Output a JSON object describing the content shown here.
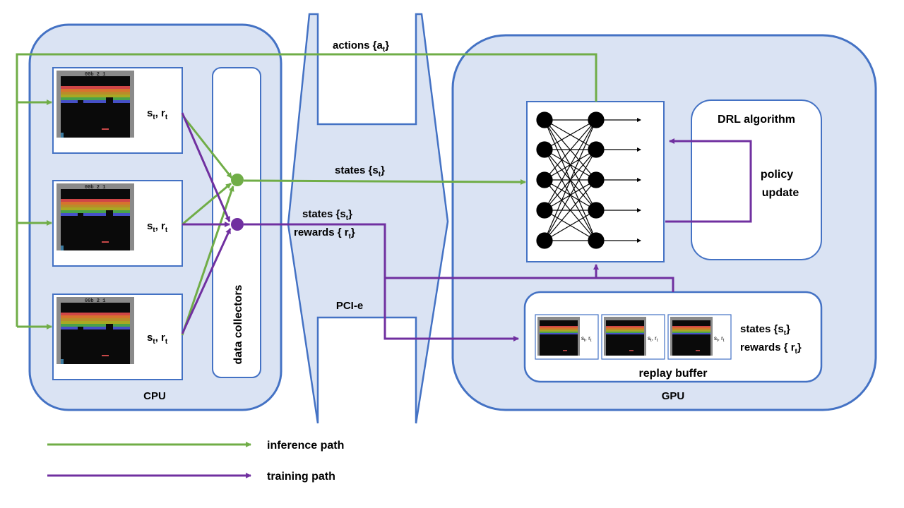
{
  "cpu": {
    "label": "CPU"
  },
  "gpu": {
    "label": "GPU"
  },
  "pcie": {
    "label": "PCI-e"
  },
  "actions": {
    "text": "actions {a",
    "sub": "t",
    "close": "}"
  },
  "collectors": {
    "label": "data collectors"
  },
  "envs": [
    {
      "s": "s",
      "s_sub": "t",
      "sep": ", r",
      "r_sub": "t"
    },
    {
      "s": "s",
      "s_sub": "t",
      "sep": ", r",
      "r_sub": "t"
    },
    {
      "s": "s",
      "s_sub": "t",
      "sep": ", r",
      "r_sub": "t"
    }
  ],
  "inference_states": {
    "text": "states {s",
    "sub": "t",
    "close": "}"
  },
  "training_states": {
    "text": "states {s",
    "sub": "t",
    "close": "}"
  },
  "training_rewards": {
    "text": "rewards { r",
    "sub": "t",
    "close": "}"
  },
  "drl": {
    "title": "DRL algorithm",
    "line1": "policy",
    "line2": "update"
  },
  "replay": {
    "label": "replay buffer",
    "states": {
      "text": "states {s",
      "sub": "t",
      "close": "}"
    },
    "rewards": {
      "text": "rewards { r",
      "sub": "t",
      "close": "}"
    },
    "thumb_label": {
      "s": "s",
      "s_sub": "t",
      "sep": ", r",
      "r_sub": "t"
    }
  },
  "legend": {
    "inference": "inference path",
    "training": "training path"
  },
  "colors": {
    "green": "#70ad47",
    "purple": "#7030a0",
    "blue_border": "#4472c4",
    "panel_fill": "#dae3f3"
  },
  "icons": [
    "atari-breakout-frame",
    "neural-network-icon"
  ]
}
